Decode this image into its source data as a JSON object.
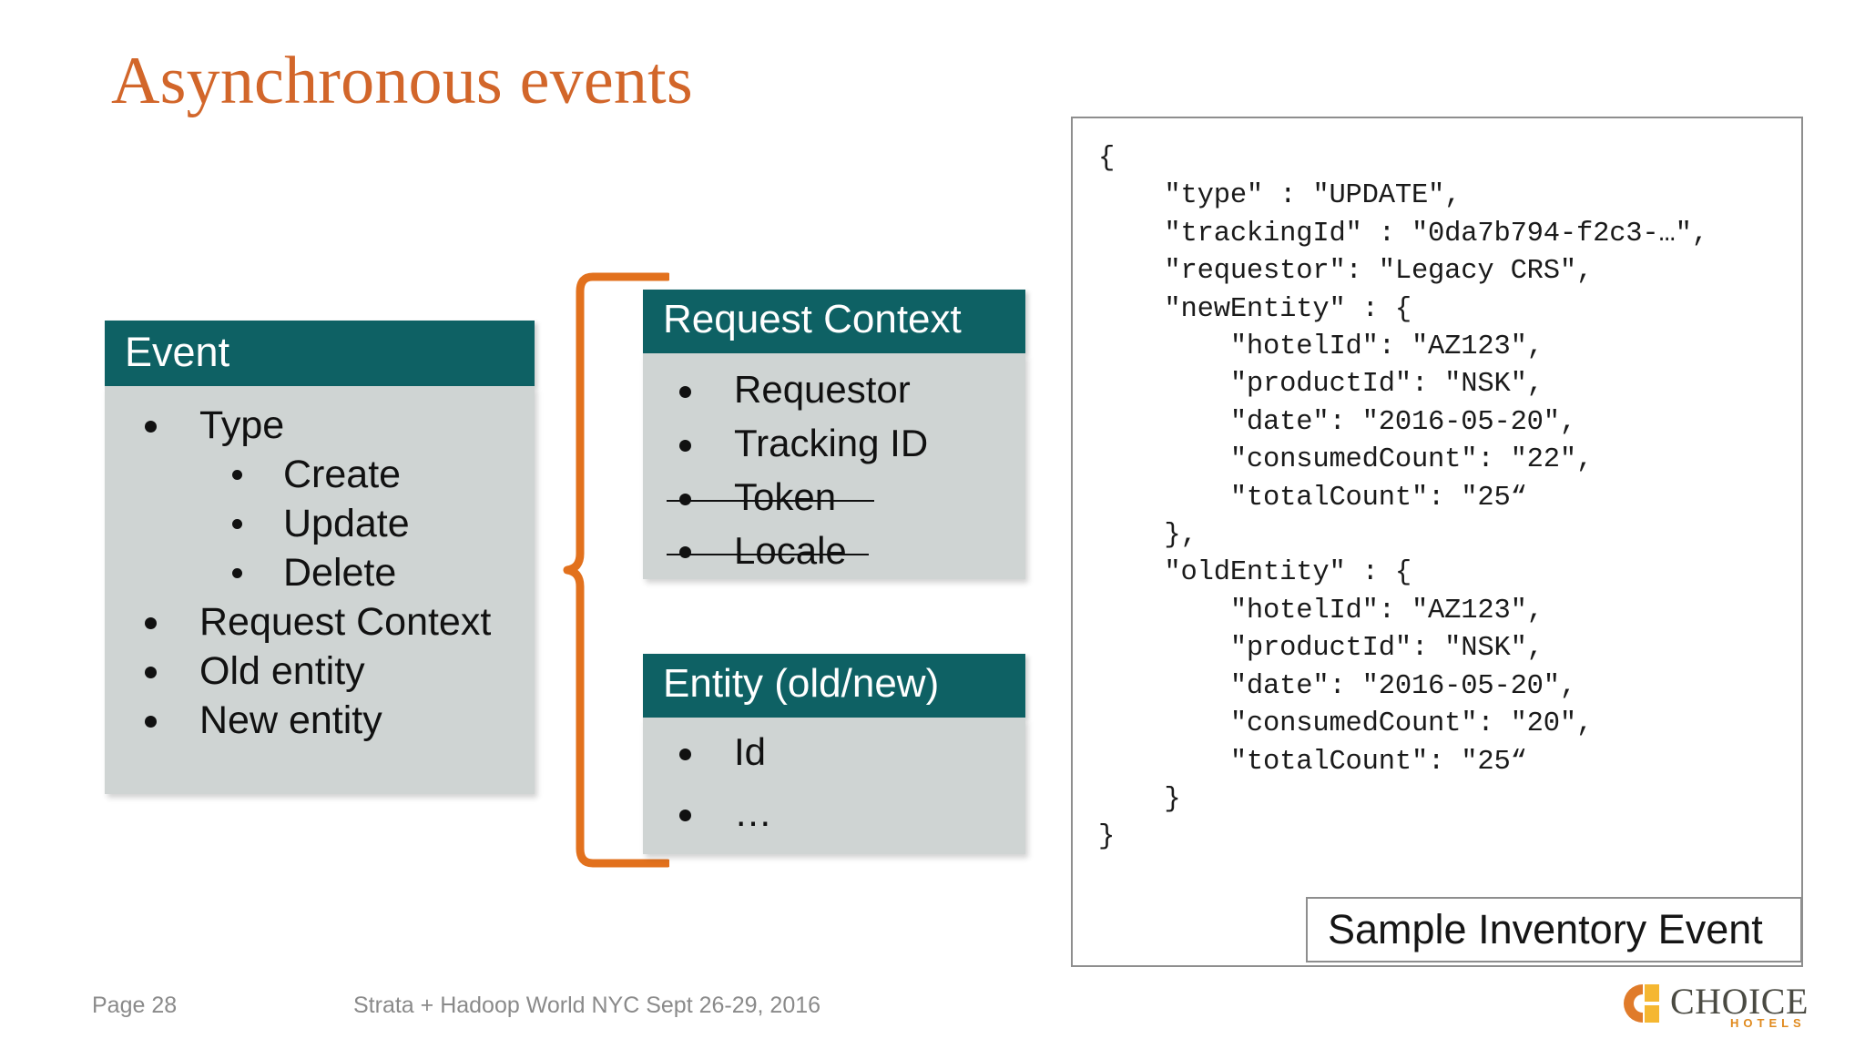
{
  "slide": {
    "title": "Asynchronous events",
    "title_color": "#D2662A",
    "accent_teal": "#0E6164",
    "panel_gray": "#CFD4D3"
  },
  "event_card": {
    "header": "Event",
    "items": [
      {
        "label": "Type",
        "level": 1,
        "struck": false
      },
      {
        "label": "Create",
        "level": 2,
        "struck": false
      },
      {
        "label": "Update",
        "level": 2,
        "struck": false
      },
      {
        "label": "Delete",
        "level": 2,
        "struck": false
      },
      {
        "label": "Request Context",
        "level": 1,
        "struck": false
      },
      {
        "label": "Old entity",
        "level": 1,
        "struck": false
      },
      {
        "label": "New entity",
        "level": 1,
        "struck": false
      }
    ]
  },
  "request_context_card": {
    "header": "Request Context",
    "items": [
      {
        "label": "Requestor",
        "struck": false
      },
      {
        "label": "Tracking ID",
        "struck": false
      },
      {
        "label": "Token",
        "struck": true
      },
      {
        "label": "Locale",
        "struck": true
      }
    ]
  },
  "entity_card": {
    "header": "Entity (old/new)",
    "items": [
      {
        "label": "Id",
        "struck": false
      },
      {
        "label": "…",
        "struck": false
      }
    ]
  },
  "code_panel": {
    "caption": "Sample Inventory Event",
    "code": "{\n    \"type\" : \"UPDATE\",\n    \"trackingId\" : \"0da7b794-f2c3-…\",\n    \"requestor\": \"Legacy CRS\",\n    \"newEntity\" : {\n        \"hotelId\": \"AZ123\",\n        \"productId\": \"NSK\",\n        \"date\": \"2016-05-20\",\n        \"consumedCount\": \"22\",\n        \"totalCount\": \"25“\n    },\n    \"oldEntity\" : {\n        \"hotelId\": \"AZ123\",\n        \"productId\": \"NSK\",\n        \"date\": \"2016-05-20\",\n        \"consumedCount\": \"20\",\n        \"totalCount\": \"25“\n    }\n}"
  },
  "footer": {
    "page": "Page 28",
    "center": "Strata + Hadoop World NYC Sept 26-29, 2016"
  },
  "logo": {
    "word": "CHOICE",
    "sub": "HOTELS",
    "mark_orange": "#E07B2A",
    "mark_yellow": "#F5B731"
  }
}
